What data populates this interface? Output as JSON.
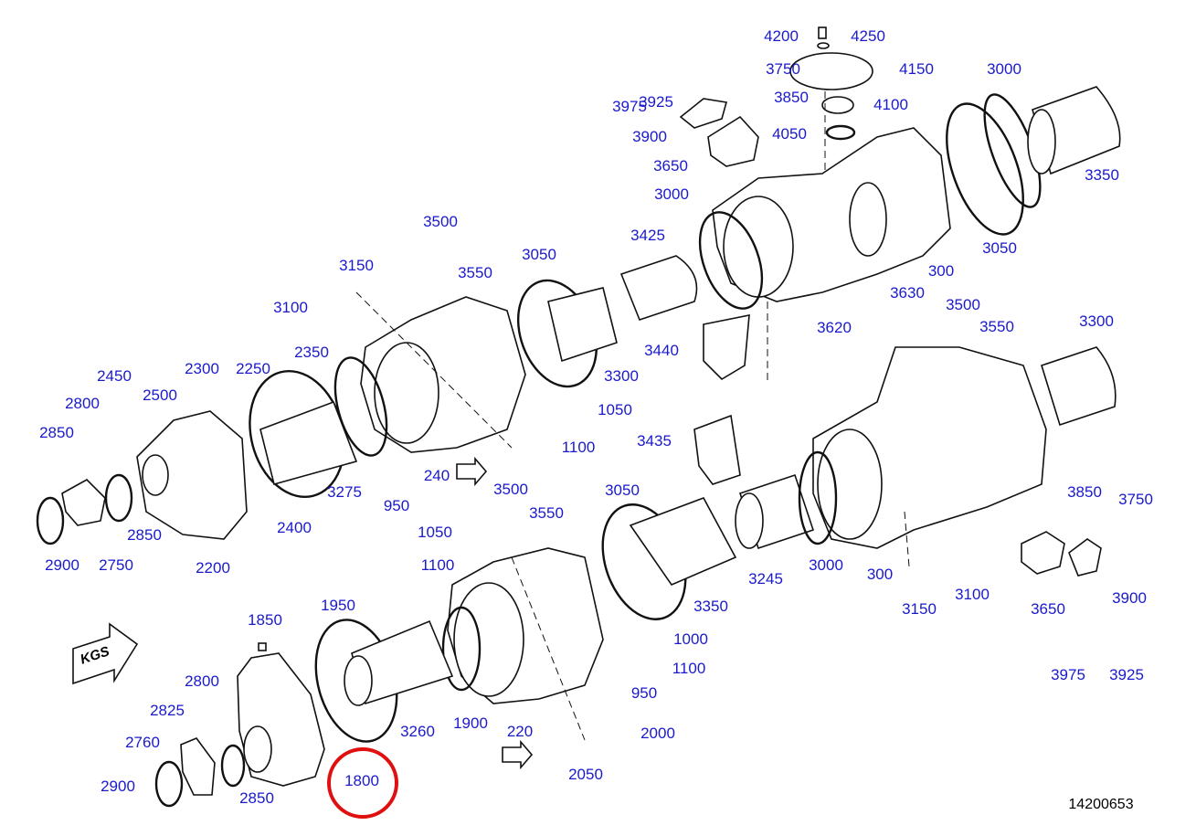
{
  "diagram": {
    "drawing_number": "14200653",
    "direction_marker": "KGS",
    "highlight_color": "#e01010",
    "label_color": "#1a1acc",
    "highlighted_part": "1800",
    "part_labels": [
      "4200",
      "4250",
      "3750",
      "4150",
      "3000",
      "3925",
      "3850",
      "4100",
      "3975",
      "3900",
      "4050",
      "3650",
      "3350",
      "3000",
      "3425",
      "3050",
      "3500",
      "3150",
      "3050",
      "3550",
      "300",
      "3100",
      "3630",
      "3500",
      "3620",
      "3550",
      "3300",
      "2350",
      "3300",
      "3440",
      "2450",
      "2300",
      "2250",
      "2800",
      "2500",
      "1050",
      "3435",
      "1100",
      "2850",
      "240",
      "3275",
      "950",
      "3500",
      "3050",
      "3850",
      "3750",
      "2400",
      "1050",
      "3550",
      "2850",
      "2900",
      "2750",
      "2200",
      "1100",
      "3245",
      "3000",
      "300",
      "3100",
      "3150",
      "3650",
      "3900",
      "3350",
      "1950",
      "1850",
      "1000",
      "1100",
      "3975",
      "3925",
      "2800",
      "950",
      "2825",
      "3260",
      "1900",
      "220",
      "2000",
      "2760",
      "2050",
      "1800",
      "2900",
      "2850"
    ]
  }
}
